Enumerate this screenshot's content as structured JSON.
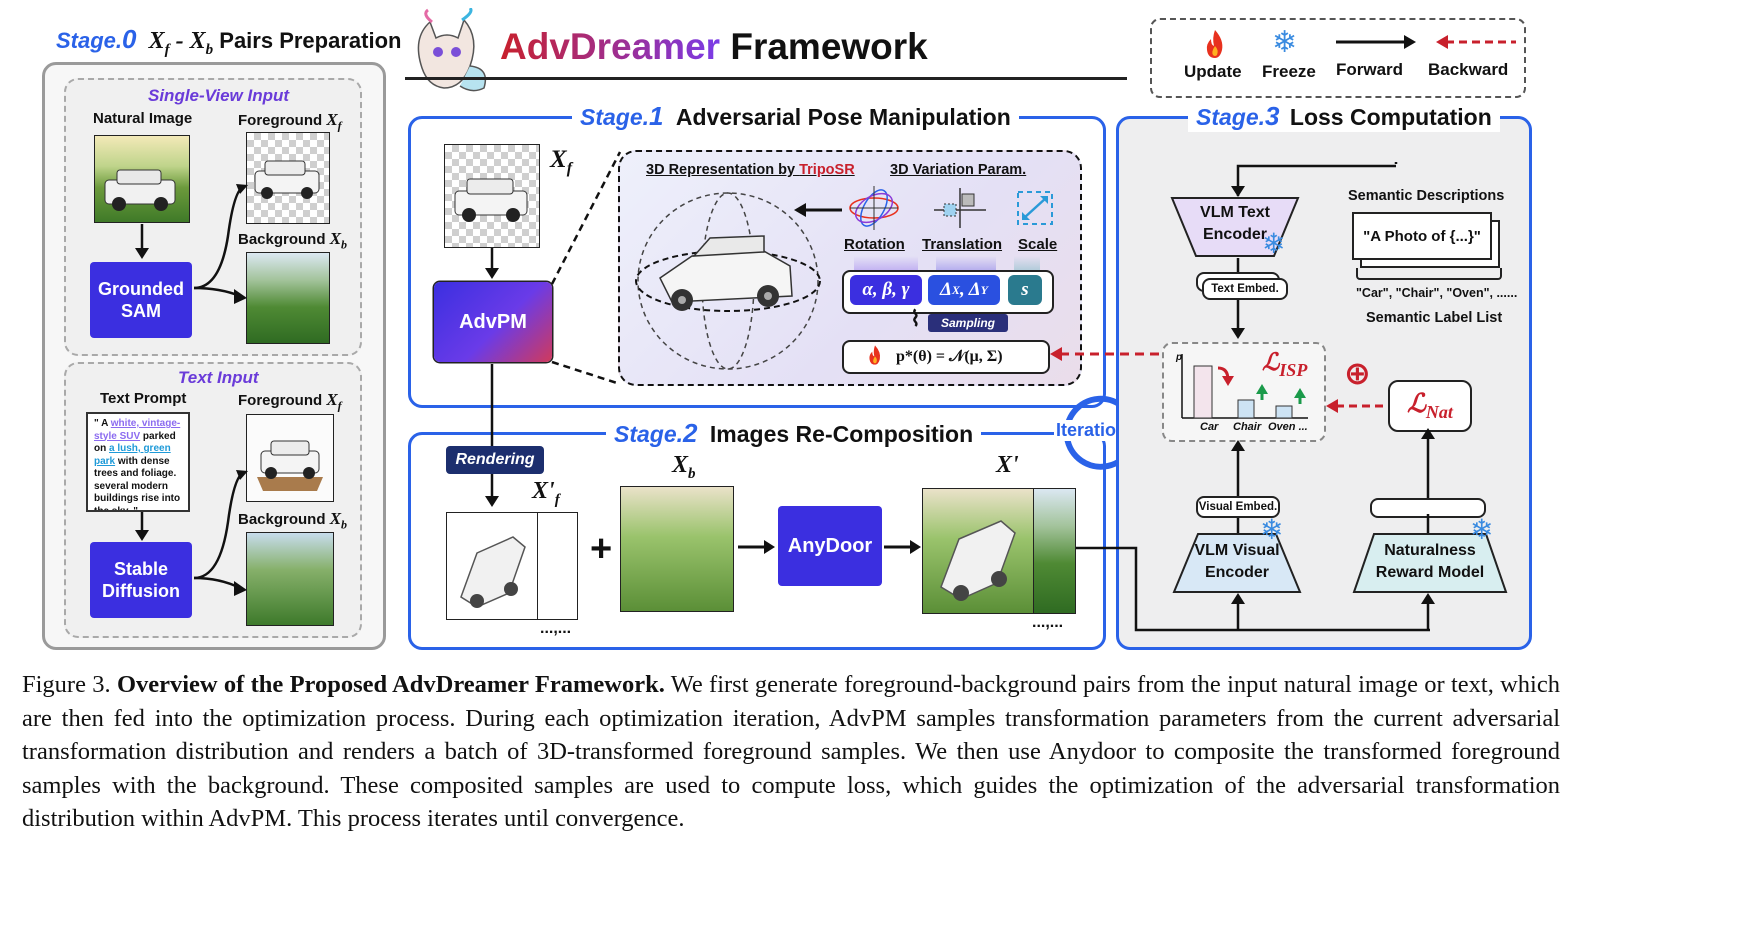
{
  "header": {
    "title_part1": "AdvDreamer",
    "title_part2": "Framework"
  },
  "legend": {
    "update": "Update",
    "freeze": "Freeze",
    "forward": "Forward",
    "backward": "Backward"
  },
  "stage0": {
    "stage_word": "Stage.",
    "stage_num": "0",
    "title": "Pairs Preparation",
    "title_math": "Xf - Xb",
    "single_view": {
      "heading": "Single-View Input",
      "natural_image": "Natural Image",
      "foreground": "Foreground Xf",
      "background": "Background Xb",
      "box": "Grounded SAM"
    },
    "text_input": {
      "heading": "Text Input",
      "text_prompt": "Text Prompt",
      "foreground": "Foreground Xf",
      "background": "Background Xb",
      "prompt_open": "\" A ",
      "prompt_highlight1": "white, vintage-style SUV",
      "prompt_mid": " parked on ",
      "prompt_highlight2": "a lush, green park",
      "prompt_rest": " with dense trees and foliage. several modern buildings rise into the sky. \"",
      "box": "Stable Diffusion"
    }
  },
  "stage1": {
    "stage_word": "Stage.",
    "stage_num": "1",
    "title": "Adversarial Pose Manipulation",
    "xf": "Xf",
    "advpm": "AdvPM",
    "rep_label": "3D Representation by ",
    "rep_source": "TripoSR",
    "variation": "3D Variation Param.",
    "rotation": "Rotation",
    "translation": "Translation",
    "scale": "Scale",
    "param_rot": "α, β, γ",
    "param_trans": "ΔX, ΔY",
    "param_scale": "s",
    "sampling": "Sampling",
    "distribution": "p*(θ) = 𝒩(μ, Σ)"
  },
  "stage2": {
    "stage_word": "Stage.",
    "stage_num": "2",
    "title": "Images Re-Composition",
    "rendering": "Rendering",
    "xf_prime": "X'f",
    "xb": "Xb",
    "x_prime": "X'",
    "plus": "+",
    "anydoor": "AnyDoor",
    "ellipsis": "...,...",
    "iteration": "Iteration"
  },
  "stage3": {
    "stage_word": "Stage.",
    "stage_num": "3",
    "title": "Loss Computation",
    "vlm_text": "VLM Text Encoder",
    "semantic_desc": "Semantic Descriptions",
    "photo_prompt": "\"A Photo of {...}\"",
    "text_embed": "Text Embed.",
    "labels": "\"Car\", \"Chair\", \"Oven\", ......",
    "semantic_list": "Semantic Label List",
    "loss_isp": "ℒISP",
    "loss_nat": "ℒNat",
    "oplus": "⊕",
    "chart_p": "p",
    "chart_cats": [
      "Car",
      "Chair",
      "Oven ..."
    ],
    "visual_embed": "Visual Embed.",
    "vlm_visual": "VLM Visual Encoder",
    "naturalness": "Naturalness Reward Model"
  },
  "caption": {
    "prefix": "Figure 3.",
    "bold": "Overview of the Proposed AdvDreamer Framework.",
    "body": "We first generate foreground-background pairs from the input natural image or text, which are then fed into the optimization process. During each optimization iteration, AdvPM samples transformation parameters from the current adversarial transformation distribution and renders a batch of 3D-transformed foreground samples. We then use Anydoor to composite the transformed foreground samples with the background. These composited samples are used to compute loss, which guides the optimization of the adversarial transformation distribution within AdvPM. This process iterates until convergence."
  },
  "colors": {
    "stage_blue": "#2a62e8",
    "indigo_box": "#3b2fe0",
    "title_red": "#c8202c",
    "loss_red": "#c8202c"
  }
}
